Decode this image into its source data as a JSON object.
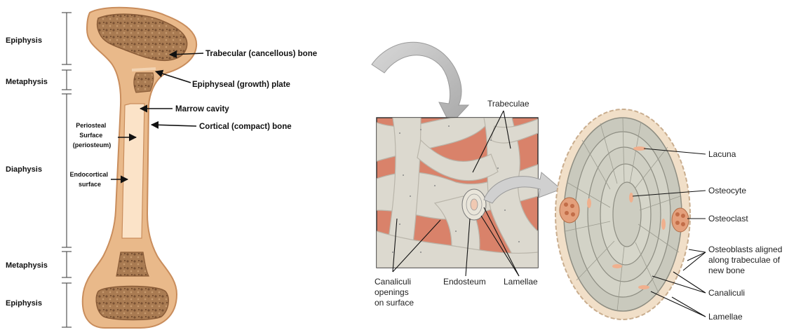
{
  "bone_zones": {
    "epiphysis_top": "Epiphysis",
    "metaphysis_top": "Metaphysis",
    "diaphysis": "Diaphysis",
    "metaphysis_bottom": "Metaphysis",
    "epiphysis_bottom": "Epiphysis"
  },
  "bone_labels": {
    "trabecular": "Trabecular (cancellous) bone",
    "growth_plate": "Epiphyseal (growth) plate",
    "marrow": "Marrow cavity",
    "cortical": "Cortical (compact) bone",
    "periosteal": [
      "Periosteal",
      "Surface",
      "(periosteum)"
    ],
    "endocortical": [
      "Endocortical",
      "surface"
    ]
  },
  "spongy_labels": {
    "trabeculae": "Trabeculae",
    "canaliculi": [
      "Canaliculi",
      "openings",
      "on surface"
    ],
    "endosteum": "Endosteum",
    "lamellae": "Lamellae"
  },
  "osteon_labels": {
    "lacuna": "Lacuna",
    "osteocyte": "Osteocyte",
    "osteoclast": "Osteoclast",
    "osteoblasts": [
      "Osteoblasts aligned",
      "along trabeculae of",
      "new bone"
    ],
    "canaliculi": "Canaliculi",
    "lamellae": "Lamellae"
  },
  "colors": {
    "bone_outer": "#e9b98a",
    "bone_edge": "#c98d5c",
    "cancellous": "#a97b52",
    "marrow": "#fbe3c8",
    "trabecula": "#dcd9cf",
    "marrow_space": "#d9826a",
    "arrow_gray": "#bdbdbd"
  }
}
